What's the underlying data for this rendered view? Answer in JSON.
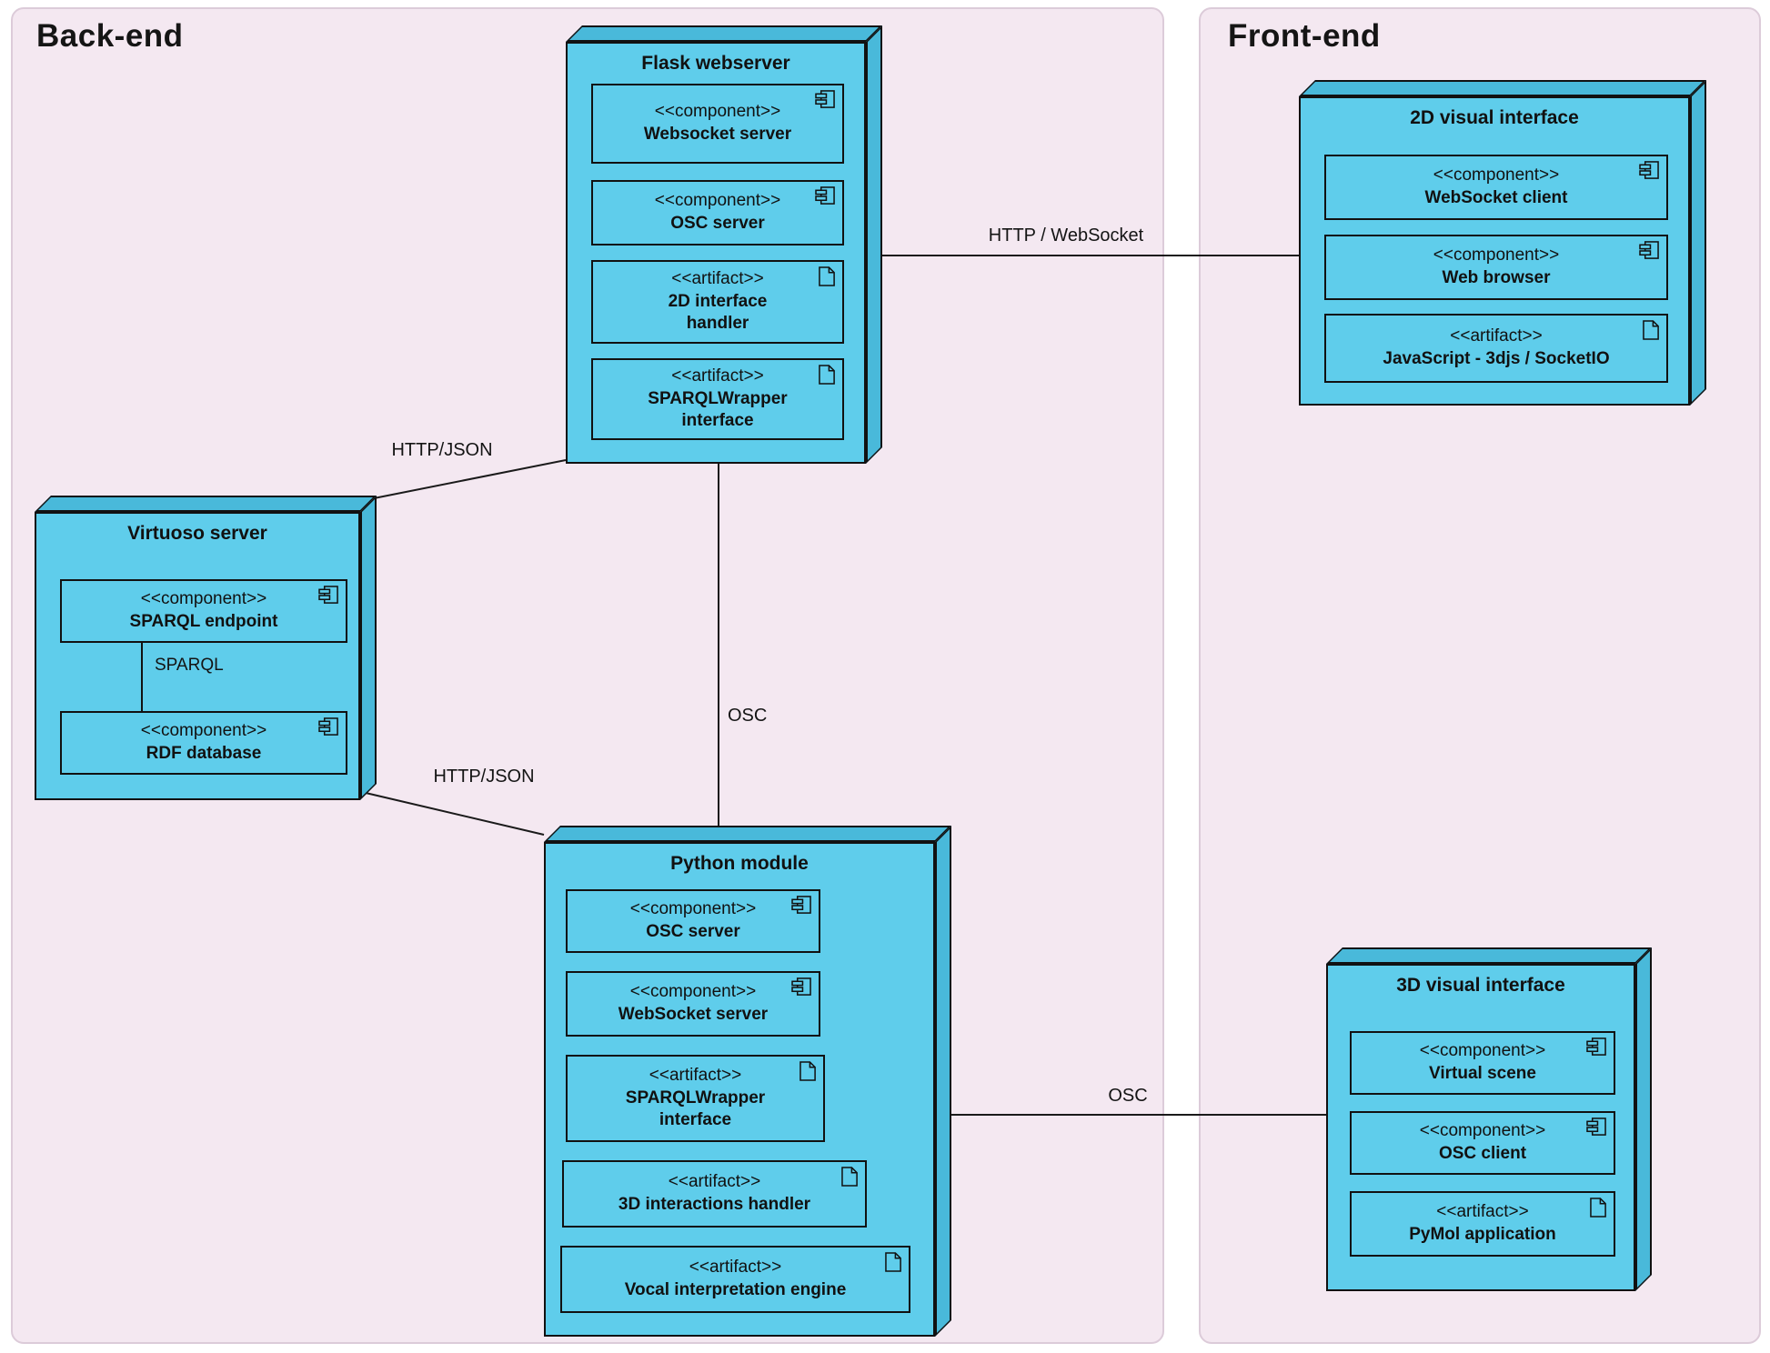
{
  "diagram": {
    "regions": {
      "backend": {
        "label": "Back-end"
      },
      "frontend": {
        "label": "Front-end"
      }
    },
    "nodes": {
      "flask": {
        "title": "Flask webserver",
        "items": [
          {
            "stereotype": "<<component>>",
            "name": "Websocket server",
            "icon": "component-icon"
          },
          {
            "stereotype": "<<component>>",
            "name": "OSC server",
            "icon": "component-icon"
          },
          {
            "stereotype": "<<artifact>>",
            "name": "2D interface\nhandler",
            "icon": "artifact-icon"
          },
          {
            "stereotype": "<<artifact>>",
            "name": "SPARQLWrapper\ninterface",
            "icon": "artifact-icon"
          }
        ]
      },
      "virtuoso": {
        "title": "Virtuoso server",
        "items": [
          {
            "stereotype": "<<component>>",
            "name": "SPARQL endpoint",
            "icon": "component-icon"
          },
          {
            "stereotype": "<<component>>",
            "name": "RDF database",
            "icon": "component-icon"
          }
        ]
      },
      "python": {
        "title": "Python module",
        "items": [
          {
            "stereotype": "<<component>>",
            "name": "OSC server",
            "icon": "component-icon"
          },
          {
            "stereotype": "<<component>>",
            "name": "WebSocket server",
            "icon": "component-icon"
          },
          {
            "stereotype": "<<artifact>>",
            "name": "SPARQLWrapper\ninterface",
            "icon": "artifact-icon"
          },
          {
            "stereotype": "<<artifact>>",
            "name": "3D interactions handler",
            "icon": "artifact-icon"
          },
          {
            "stereotype": "<<artifact>>",
            "name": "Vocal interpretation engine",
            "icon": "artifact-icon"
          }
        ]
      },
      "iface2d": {
        "title": "2D visual interface",
        "items": [
          {
            "stereotype": "<<component>>",
            "name": "WebSocket client",
            "icon": "component-icon"
          },
          {
            "stereotype": "<<component>>",
            "name": "Web browser",
            "icon": "component-icon"
          },
          {
            "stereotype": "<<artifact>>",
            "name": "JavaScript - 3djs / SocketIO",
            "icon": "artifact-icon"
          }
        ]
      },
      "iface3d": {
        "title": "3D visual interface",
        "items": [
          {
            "stereotype": "<<component>>",
            "name": "Virtual scene",
            "icon": "component-icon"
          },
          {
            "stereotype": "<<component>>",
            "name": "OSC client",
            "icon": "component-icon"
          },
          {
            "stereotype": "<<artifact>>",
            "name": "PyMol application",
            "icon": "artifact-icon"
          }
        ]
      }
    },
    "connections": {
      "http_websocket": {
        "label": "HTTP / WebSocket"
      },
      "http_json_top": {
        "label": "HTTP/JSON"
      },
      "osc_vertical": {
        "label": "OSC"
      },
      "http_json_bottom": {
        "label": "HTTP/JSON"
      },
      "osc_horizontal": {
        "label": "OSC"
      },
      "sparql": {
        "label": "SPARQL"
      }
    },
    "colors": {
      "node_fill": "#5fcdeb",
      "node_depth": "#49b9da",
      "region_fill": "#f4e8f1",
      "region_border": "#dccbd9",
      "line": "#1a1a1a"
    }
  }
}
